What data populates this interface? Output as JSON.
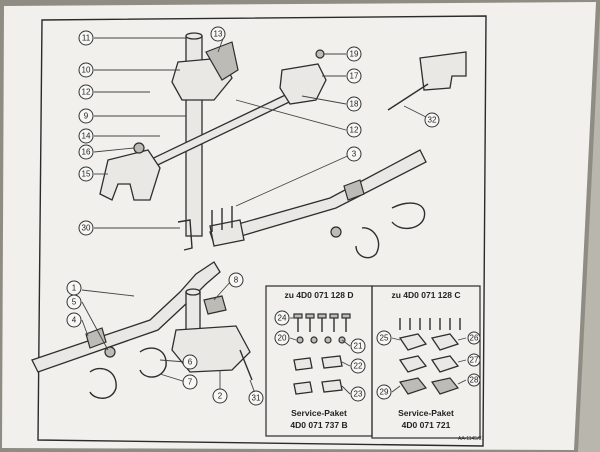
{
  "callouts": {
    "c1": "1",
    "c2": "2",
    "c3": "3",
    "c4": "4",
    "c5": "5",
    "c6": "6",
    "c7": "7",
    "c8": "8",
    "c9": "9",
    "c10": "10",
    "c11": "11",
    "c12a": "12",
    "c12b": "12",
    "c13": "13",
    "c14": "14",
    "c15": "15",
    "c16": "16",
    "c17": "17",
    "c18": "18",
    "c19": "19",
    "c20": "20",
    "c21": "21",
    "c22": "22",
    "c23": "23",
    "c24": "24",
    "c25": "25",
    "c26": "26",
    "c27": "27",
    "c28": "28",
    "c29": "29",
    "c30": "30",
    "c31": "31",
    "c32": "32"
  },
  "service_boxes": [
    {
      "title": "zu 4D0 071 128 D",
      "foot_line1": "Service-Paket",
      "foot_line2": "4D0 071 737 B"
    },
    {
      "title": "zu 4D0 071 128 C",
      "foot_line1": "Service-Paket",
      "foot_line2": "4D0 071 721"
    }
  ],
  "corner_code": "AA-1145/01"
}
